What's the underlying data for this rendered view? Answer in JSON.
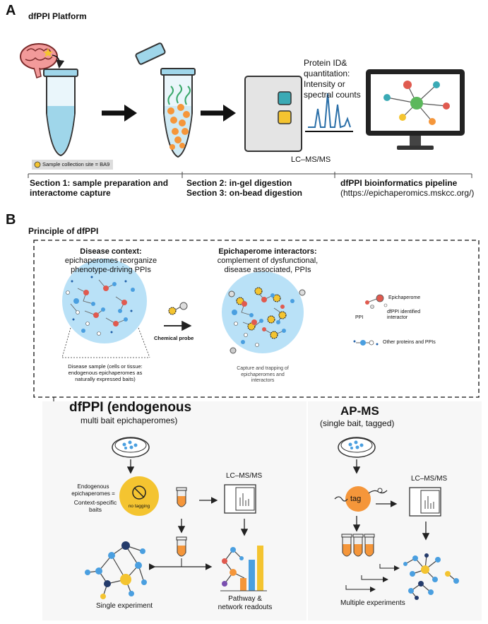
{
  "panel_a": {
    "letter": "A",
    "title": "dfPPI Platform",
    "sample_site": "Sample collection site = BA9",
    "protein_id": [
      "Protein ID&",
      "quantitation:",
      "Intensity or",
      "spectral counts"
    ],
    "lcms": "LC–MS/MS",
    "section1": [
      "Section 1: sample preparation and",
      "interactome capture"
    ],
    "section23": [
      "Section 2: in-gel digestion",
      "Section 3: on-bead digestion"
    ],
    "pipeline_title": "dfPPI bioinformatics pipeline",
    "pipeline_url": "(https://epichaperomics.mskcc.org/)"
  },
  "panel_b": {
    "letter": "B",
    "title": "Principle of dfPPI",
    "disease_title": "Disease context:",
    "disease_sub": [
      "epichaperomes reorganize",
      "phenotype-driving PPIs"
    ],
    "interactors_title": "Epichaperome interactors:",
    "interactors_sub": [
      "complement of dysfunctional,",
      "disease associated, PPIs"
    ],
    "chemical_probe": "Chemical probe",
    "disease_sample": [
      "Disease sample (cells or tissue:",
      "endogenous epichaperomes as",
      "naturally expressed baits)"
    ],
    "capture": [
      "Capture and trapping of",
      "epichaperomes and",
      "interactors"
    ],
    "legend": {
      "epichaperome": "Epichaperome",
      "ppi": "PPI",
      "identified": [
        "dfPPI identified",
        "interactor"
      ],
      "other": "Other proteins and PPIs"
    },
    "dfppi_title": "dfPPI (endogenous",
    "dfppi_sub": "multi bait epichaperomes)",
    "endogenous": [
      "Endogenous",
      "epichaperomes ="
    ],
    "context_baits": [
      "Context-specific",
      "baits"
    ],
    "no_tagging": "no tagging",
    "lcms_left": "LC–MS/MS",
    "single_experiment": "Single experiment",
    "pathway": [
      "Pathway &",
      "network readouts"
    ],
    "apms_title": "AP-MS",
    "apms_sub": "(single bait, tagged)",
    "tag": "tag",
    "lcms_right": "LC–MS/MS",
    "multiple_experiments": "Multiple experiments"
  },
  "colors": {
    "tube_blue": "#9fd6ea",
    "orange": "#f5963a",
    "yellow": "#f4c430",
    "teal": "#3aaab5",
    "green": "#5cb85c",
    "red": "#e05a4f",
    "navy": "#243b6b",
    "sky": "#4a9fe0",
    "circle_bg": "#b9e1f7"
  }
}
